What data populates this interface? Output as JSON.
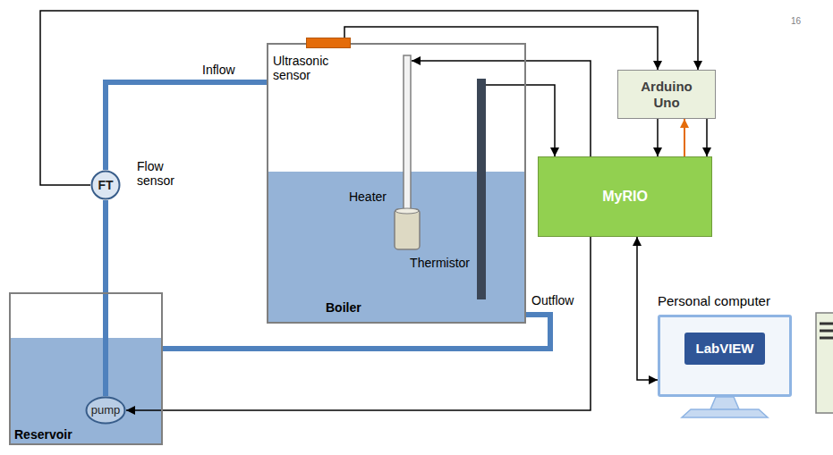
{
  "diagram": {
    "nodes": [
      {
        "text": [
          "Boiler"
        ]
      },
      {
        "text": [
          "Ultrasonic sensor"
        ],
        "in": 0
      },
      {
        "text": [
          "Heater"
        ],
        "in": 0
      },
      {
        "text": [
          "Thermistor"
        ],
        "in": 0
      },
      {
        "text": [
          "FT",
          "Flow sensor"
        ]
      },
      {
        "text": [
          "Arduino Uno"
        ]
      },
      {
        "text": [
          "MyRIO"
        ]
      },
      {
        "text": [
          "Reservoir"
        ]
      },
      {
        "text": [
          "pump"
        ],
        "in": 7
      },
      {
        "text": [
          "Personal computer",
          "LabVIEW"
        ]
      }
    ],
    "edges": [
      {
        "from": 4,
        "to": 5,
        "arrow": "to"
      },
      {
        "from": 1,
        "to": 5,
        "arrow": "to"
      },
      {
        "from": 6,
        "to": 2,
        "arrow": "to"
      },
      {
        "from": 3,
        "to": 6,
        "arrow": "to"
      },
      {
        "from": 5,
        "to": 6,
        "arrow": "to"
      },
      {
        "from": 6,
        "to": 5,
        "arrow": "to"
      },
      {
        "from": 5,
        "to": 6,
        "arrow": "to"
      },
      {
        "from": 6,
        "to": 8,
        "arrow": "to"
      },
      {
        "from": 9,
        "to": 6,
        "arrow": "both"
      },
      {
        "from": 8,
        "to": 4,
        "arrow": "none"
      },
      {
        "from": 4,
        "to": 0,
        "arrow": "none"
      },
      {
        "from": 0,
        "to": 7,
        "arrow": "none"
      }
    ],
    "labels": [
      "Inflow",
      "Outflow",
      "16"
    ]
  }
}
